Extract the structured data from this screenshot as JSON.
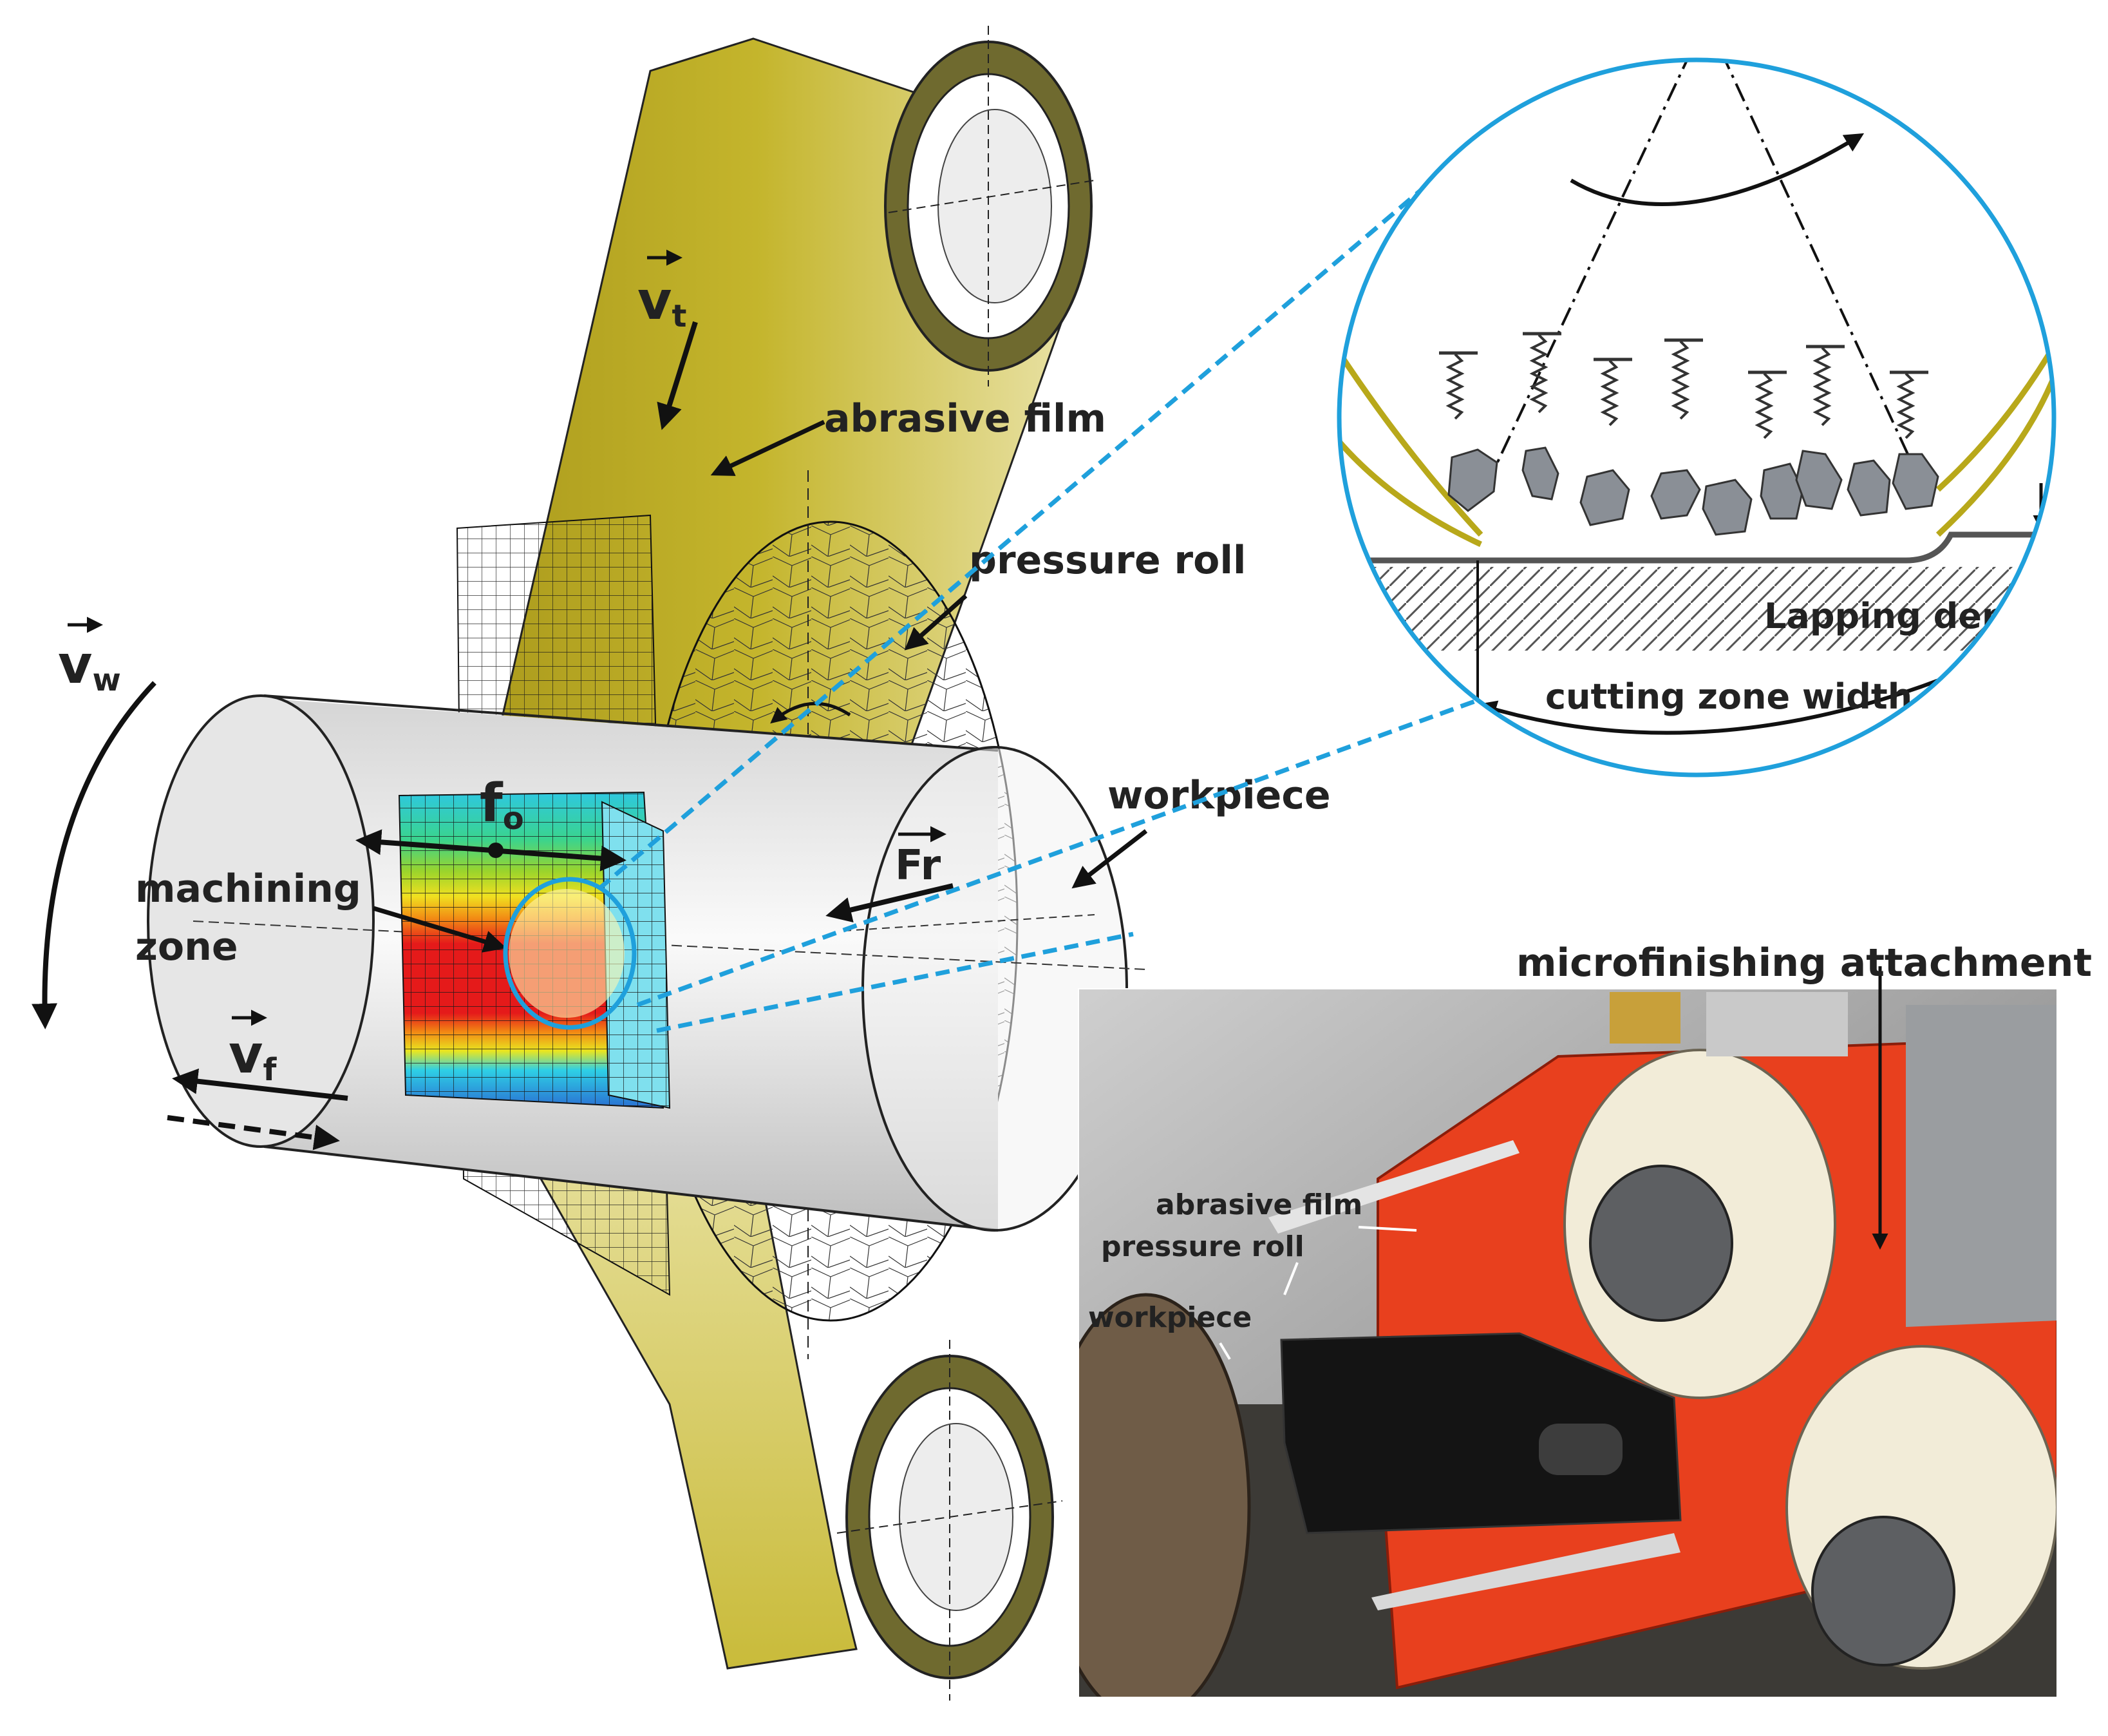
{
  "labels": {
    "abrasive_film": "abrasive film",
    "pressure_roll": "pressure roll",
    "workpiece": "workpiece",
    "machining_zone_line1": "machining",
    "machining_zone_line2": "zone",
    "lapping_depth": "Lapping depth",
    "cutting_zone_width": "cutting zone width",
    "microfinishing_attachment": "microfinishing attachment",
    "photo_abrasive_film": "abrasive film",
    "photo_pressure_roll": "pressure roll",
    "photo_workpiece": "workpiece"
  },
  "symbols": {
    "vt_main": "v",
    "vt_sub": "t",
    "vw_main": "v",
    "vw_sub": "w",
    "vf_main": "v",
    "vf_sub": "f",
    "fo_main": "f",
    "fo_sub": "o",
    "fr_main": "Fr"
  },
  "colors": {
    "film": "#b8a81a",
    "film_light": "#e6dc8c",
    "film_dark": "#7d7330",
    "zoom_circle": "#1fa0dc",
    "machine_orange": "#e8401e",
    "fem_red": "#e51a1a",
    "fem_blue": "#2a6fd2",
    "fem_cyan": "#2ed0e6"
  }
}
